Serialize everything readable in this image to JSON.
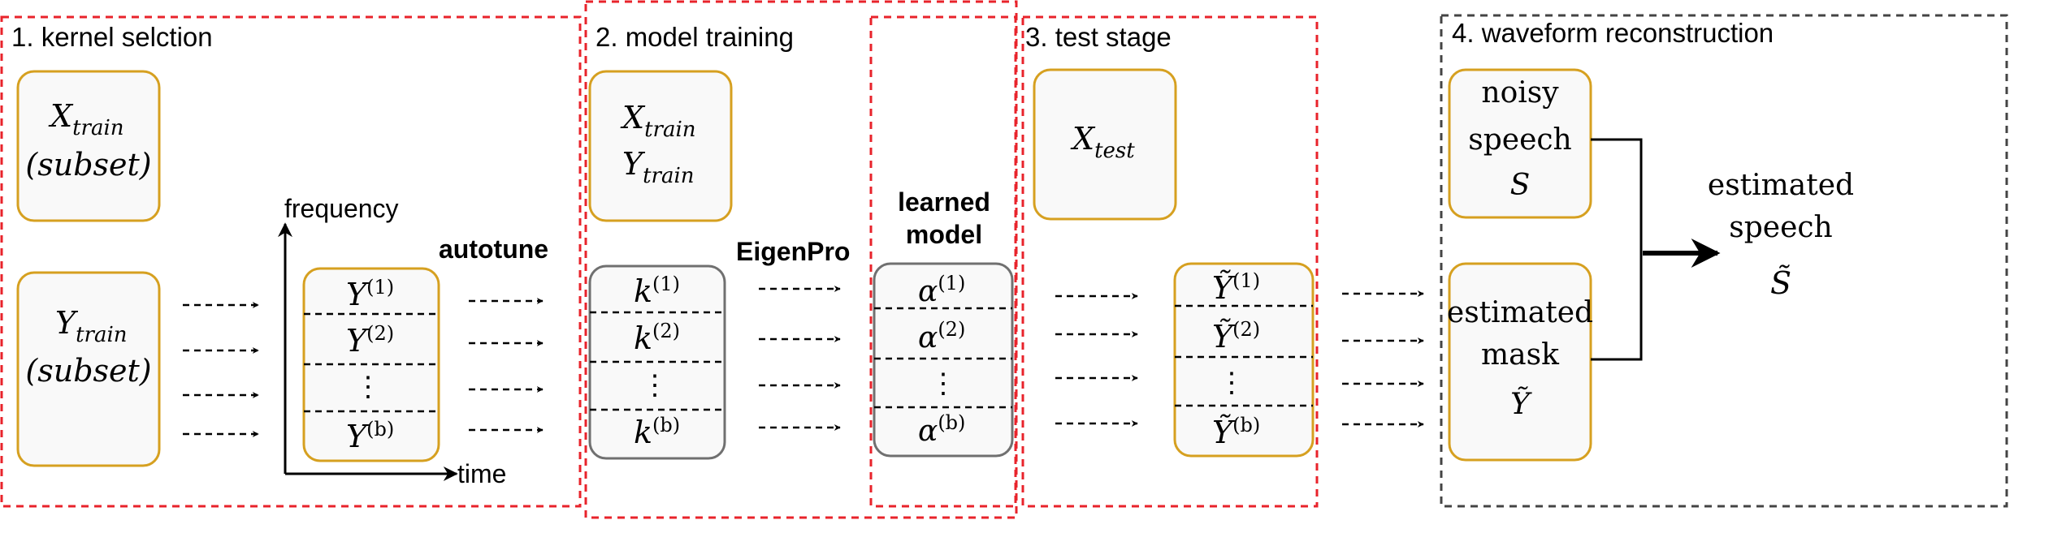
{
  "stages": {
    "kernel_selection": "1. kernel selction",
    "model_training": "2. model training",
    "test_stage": "3. test stage",
    "waveform_reconstruction": "4. waveform reconstruction"
  },
  "kernel": {
    "x_train_top": "X",
    "x_train_sub": "train",
    "x_subset": "(subset)",
    "y_train_top": "Y",
    "y_train_sub": "train",
    "y_subset": "(subset)",
    "axis_y": "frequency",
    "axis_x": "time",
    "y_blocks": [
      "Y",
      "Y",
      "⋮",
      "Y"
    ],
    "y_sups": [
      "(1)",
      "(2)",
      "",
      "(b)"
    ],
    "autotune": "autotune"
  },
  "training": {
    "x_train_top": "X",
    "x_train_sub": "train",
    "y_train_top": "Y",
    "y_train_sub": "train",
    "k_blocks": [
      "k",
      "k",
      "⋮",
      "k"
    ],
    "k_sups": [
      "(1)",
      "(2)",
      "",
      "(b)"
    ],
    "eigenpro": "EigenPro",
    "learned_line1": "learned",
    "learned_line2": "model",
    "alpha_blocks": [
      "α",
      "α",
      "⋮",
      "α"
    ],
    "alpha_sups": [
      "(1)",
      "(2)",
      "",
      "(b)"
    ]
  },
  "test": {
    "x_test_top": "X",
    "x_test_sub": "test",
    "ytilde_blocks": [
      "Ỹ",
      "Ỹ",
      "⋮",
      "Ỹ"
    ],
    "ytilde_sups": [
      "(1)",
      "(2)",
      "",
      "(b)"
    ]
  },
  "reconstruction": {
    "noisy_line1": "noisy",
    "noisy_line2": "speech",
    "noisy_var": "S",
    "mask_line1": "estimated",
    "mask_line2": "mask",
    "mask_var": "Ỹ",
    "out_line1": "estimated",
    "out_line2": "speech",
    "out_var": "S̃"
  },
  "colors": {
    "stage_border_red": "#e8232b",
    "stage_border_gray": "#444444",
    "box_orange": "#d6a020",
    "box_gray": "#707070",
    "box_fill": "#f9f9f9"
  }
}
